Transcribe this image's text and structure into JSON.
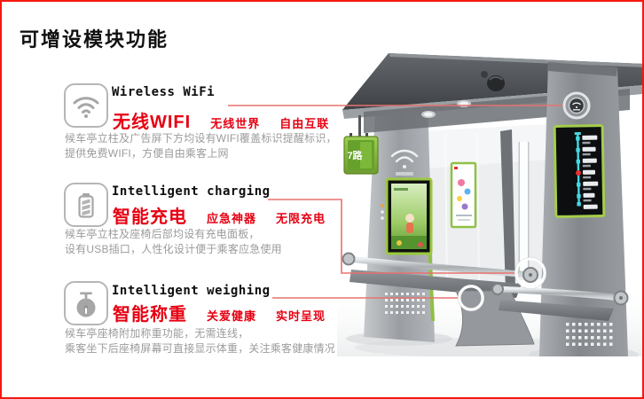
{
  "title": "可增设模块功能",
  "features": [
    {
      "icon": "wifi-icon",
      "heading_en": "Wireless WiFi",
      "label_zh": "无线WIFI",
      "tags": [
        "无线世界",
        "自由互联"
      ],
      "description_lines": [
        "候车亭立柱及广告屏下方均设有WIFI覆盖标识提醒标识，",
        "提供免费WIFI，方便自由乘客上网"
      ]
    },
    {
      "icon": "battery-icon",
      "heading_en": "Intelligent charging",
      "label_zh": "智能充电",
      "tags": [
        "应急神器",
        "无限充电"
      ],
      "description_lines": [
        "候车亭立柱及座椅后部均设有充电面板，",
        "设有USB插口，人性化设计便于乘客应急使用"
      ]
    },
    {
      "icon": "stopwatch-icon",
      "heading_en": "Intelligent weighing",
      "label_zh": "智能称重",
      "tags": [
        "关爱健康",
        "实时呈现"
      ],
      "description_lines": [
        "候车亭座椅附加称重功能，无需连线，",
        "乘客坐下后座椅屏幕可直接显示体重，关注乘客健康情况"
      ]
    }
  ],
  "shelter": {
    "sign_label": "7路",
    "colors": {
      "accent_red": "#e60012",
      "border_red": "#f4180f",
      "callout_line": "#e5736f",
      "module_green": "#8fc044",
      "route_cyan": "#45d8e2"
    }
  }
}
